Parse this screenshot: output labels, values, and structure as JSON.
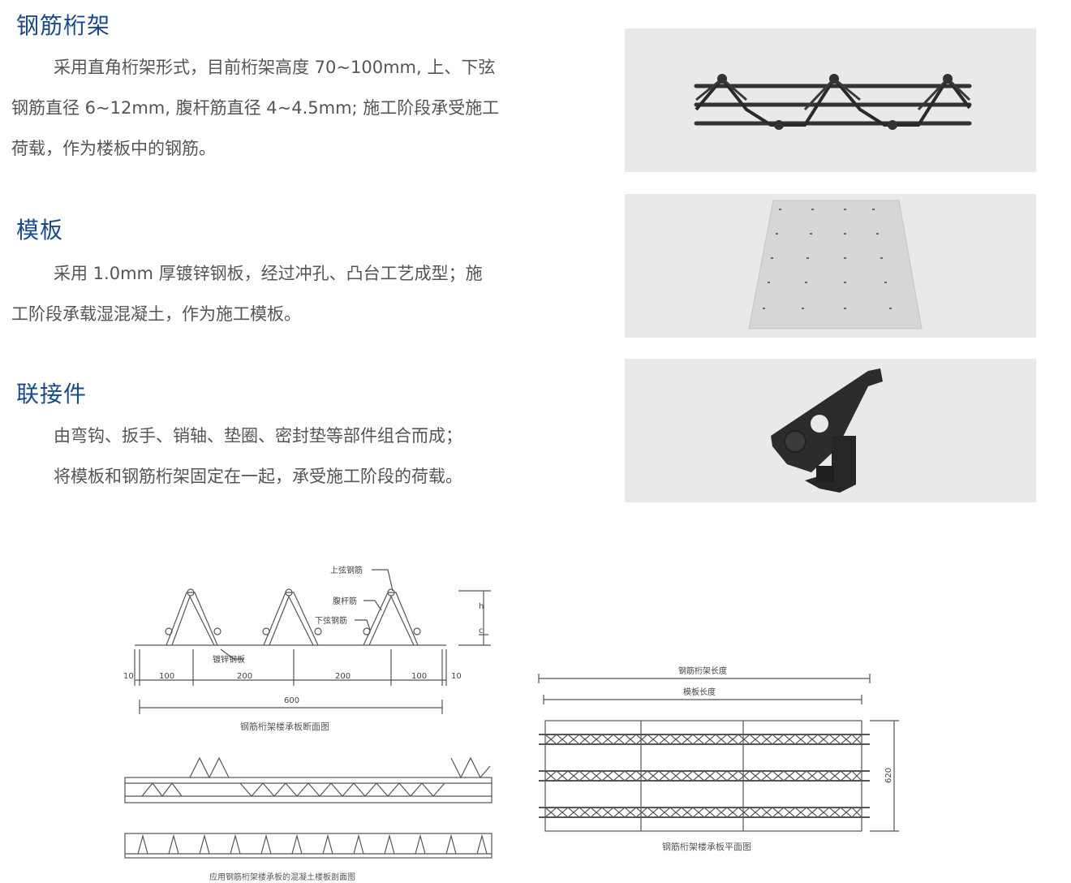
{
  "sections": [
    {
      "title": "钢筋桁架",
      "lines": [
        "采用直角桁架形式，目前桁架高度 70~100mm, 上、下弦",
        "钢筋直径 6~12mm, 腹杆筋直径 4~4.5mm; 施工阶段承受施工",
        "荷载，作为楼板中的钢筋。"
      ]
    },
    {
      "title": "模板",
      "lines": [
        "采用 1.0mm 厚镀锌钢板，经过冲孔、凸台工艺成型；施",
        "工阶段承载湿混凝土，作为施工模板。"
      ]
    },
    {
      "title": "联接件",
      "lines": [
        "由弯钩、扳手、销轴、垫圈、密封垫等部件组合而成；",
        "将模板和钢筋桁架固定在一起，承受施工阶段的荷载。"
      ]
    }
  ],
  "drawing_section": {
    "labels": {
      "top_chord": "上弦钢筋",
      "web_bar": "腹杆筋",
      "bottom_chord": "下弦钢筋",
      "galv_plate": "镀锌钢板",
      "h": "h",
      "c": "c"
    },
    "dims": [
      "10",
      "100",
      "200",
      "200",
      "100",
      "10"
    ],
    "total": "600",
    "caption": "钢筋桁架楼承板断面图"
  },
  "drawing_concrete": {
    "caption": "应用钢筋桁架楼承板的混凝土楼板剖面图"
  },
  "drawing_plan": {
    "truss_length": "钢筋桁架长度",
    "form_length": "模板长度",
    "width": "620",
    "caption": "钢筋桁架楼承板平面图"
  }
}
